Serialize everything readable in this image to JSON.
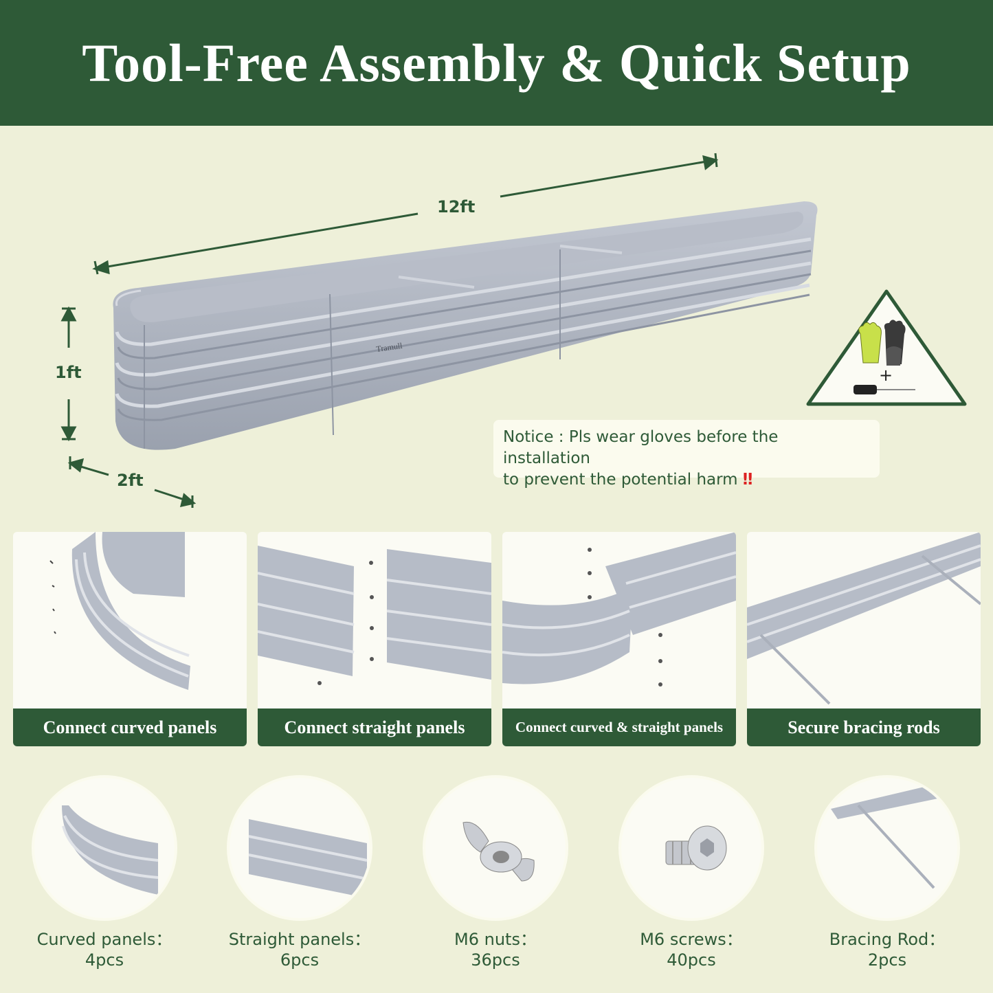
{
  "header": {
    "title": "Tool-Free Assembly & Quick Setup"
  },
  "dimensions": {
    "length": "12ft",
    "height": "1ft",
    "width": "2ft"
  },
  "brand": "Tramull",
  "notice": {
    "text_line1": "Notice : Pls wear gloves before the installation",
    "text_line2": "to prevent the potential harm",
    "warn_mark": "‼"
  },
  "warning_sign": {
    "plus": "+"
  },
  "steps": [
    {
      "caption": "Connect curved panels"
    },
    {
      "caption": "Connect straight panels"
    },
    {
      "caption": "Connect curved & straight panels"
    },
    {
      "caption": "Secure bracing rods"
    }
  ],
  "parts": [
    {
      "name": "Curved panels：",
      "qty": "4pcs"
    },
    {
      "name": "Straight panels：",
      "qty": "6pcs"
    },
    {
      "name": "M6 nuts：",
      "qty": "36pcs"
    },
    {
      "name": "M6 screws：",
      "qty": "40pcs"
    },
    {
      "name": "Bracing Rod：",
      "qty": "2pcs"
    }
  ],
  "colors": {
    "brand_green": "#2e5a37",
    "background": "#eef0d9",
    "panel_gray": "#a9b0bd"
  }
}
